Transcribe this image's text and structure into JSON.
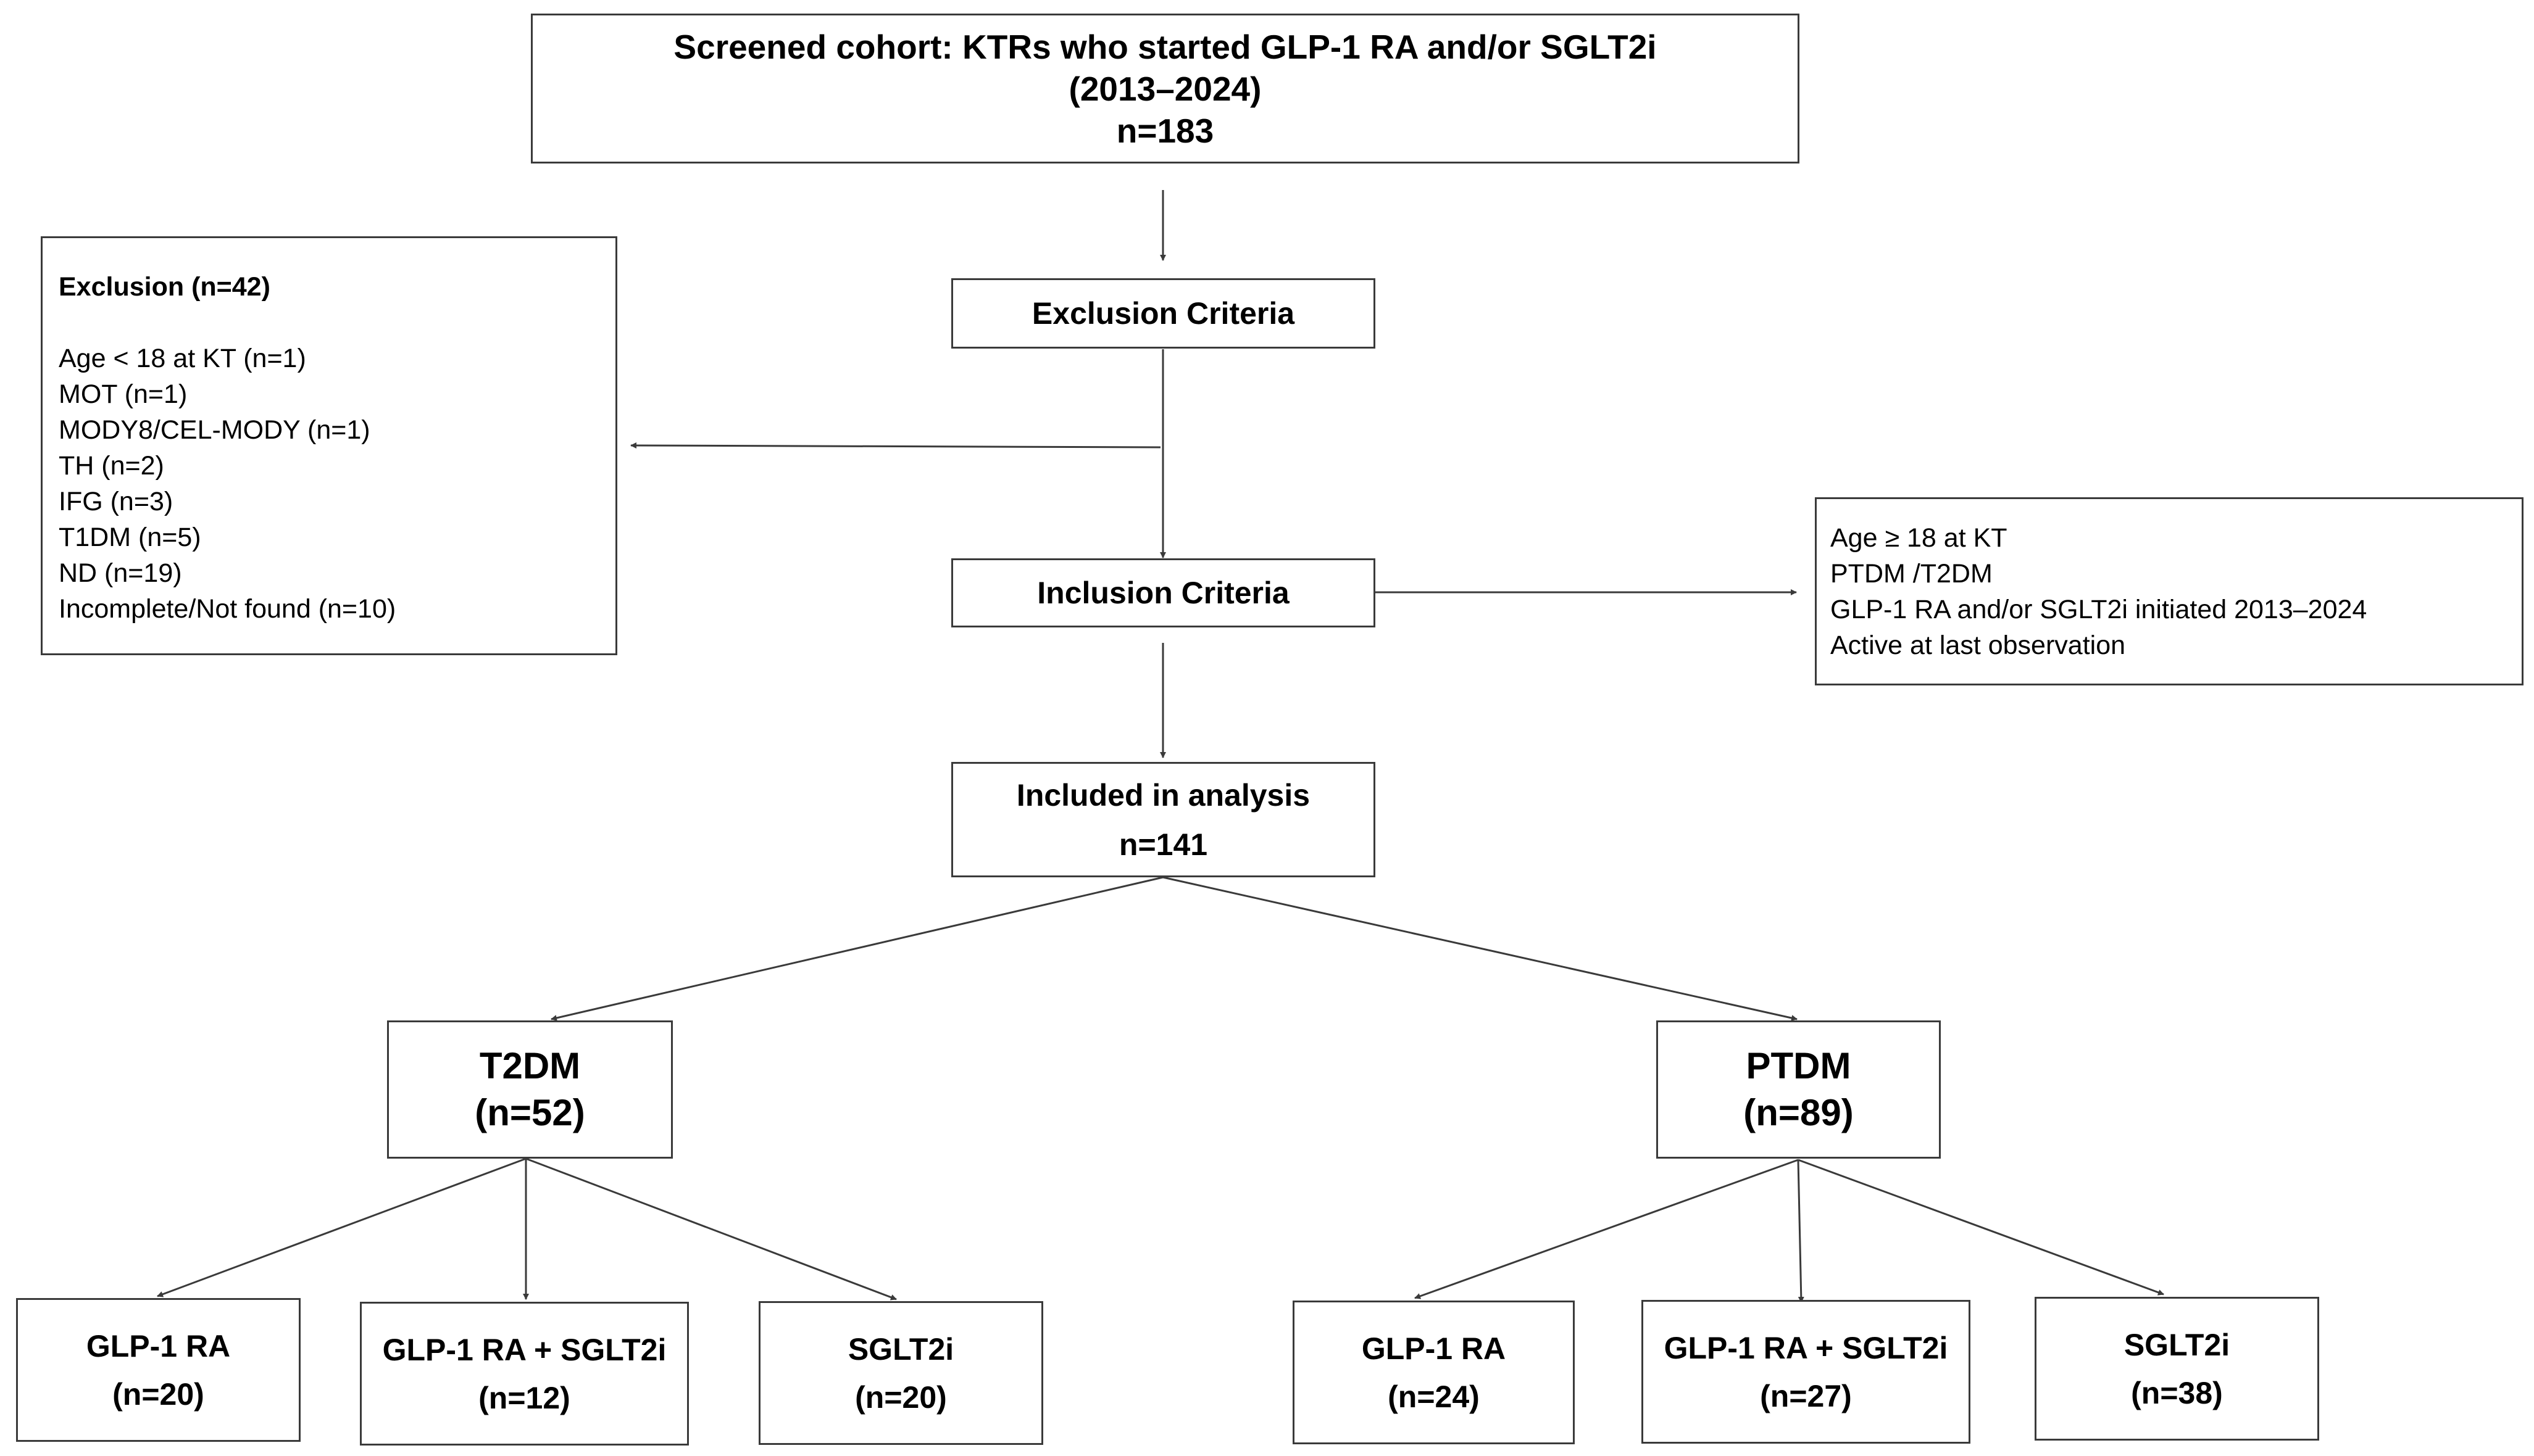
{
  "screened": {
    "line1": "Screened cohort: KTRs who started GLP-1 RA and/or SGLT2i",
    "line2": "(2013–2024)",
    "line3": "n=183"
  },
  "exclusion_criteria_label": "Exclusion Criteria",
  "inclusion_criteria_label": "Inclusion Criteria",
  "exclusion": {
    "title": "Exclusion (n=42)",
    "items": [
      "Age < 18 at KT (n=1)",
      "MOT  (n=1)",
      "MODY8/CEL-MODY  (n=1)",
      "TH (n=2)",
      "IFG (n=3)",
      "T1DM (n=5)",
      "ND (n=19)",
      "Incomplete/Not  found  (n=10)"
    ]
  },
  "inclusion": {
    "items": [
      "Age ≥ 18 at KT",
      "PTDM  /T2DM",
      "GLP-1 RA and/or SGLT2i  initiated 2013–2024",
      "Active at last observation"
    ]
  },
  "included": {
    "label": "Included in analysis",
    "n": "n=141"
  },
  "t2dm": {
    "label": "T2DM",
    "n": "(n=52)"
  },
  "ptdm": {
    "label": "PTDM",
    "n": "(n=89)"
  },
  "t2dm_groups": [
    {
      "label": "GLP-1 RA",
      "n": "(n=20)"
    },
    {
      "label": "GLP-1 RA + SGLT2i",
      "n": "(n=12)"
    },
    {
      "label": "SGLT2i",
      "n": "(n=20)"
    }
  ],
  "ptdm_groups": [
    {
      "label": "GLP-1 RA",
      "n": "(n=24)"
    },
    {
      "label": "GLP-1 RA + SGLT2i",
      "n": "(n=27)"
    },
    {
      "label": "SGLT2i",
      "n": "(n=38)"
    }
  ]
}
